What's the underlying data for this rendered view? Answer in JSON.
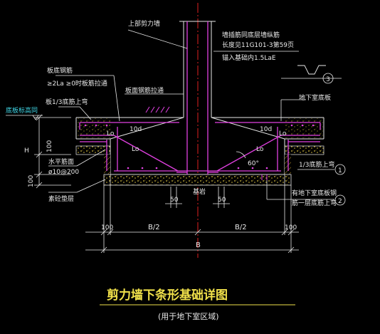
{
  "labels": {
    "wall_rebar": "上部剪力墙",
    "anchor_note1": "墙插筋同底层墙纵筋",
    "anchor_note2": "长度见11G101-3第59页",
    "anchor_note3": "锚入基础内1.5LaE",
    "slab_rebar_title": "板底钢筋",
    "slab_rebar_note": "≥2La ≥0时板筋拉通",
    "slab_rebar_through": "板面钢筋拉通",
    "slab_rebar_top": "板1/3底筋上弯",
    "basement_floor": "地下室底板",
    "elev_label": "底板标高同",
    "dim_H": "H",
    "dim_100a": "100",
    "dim_100b": "100",
    "waterproof": "水平筋面",
    "waterproof2": "ø10@200",
    "cushion": "素砼垫层",
    "ten_d_left": "10d",
    "ten_d_right": "10d",
    "la_1": "Lo",
    "la_2": "Lo",
    "la_3": "Lo",
    "la_4": "Lo",
    "angle": "60°",
    "third_right": "1/3底筋上弯",
    "basement_rebar": "有地下室底板钢",
    "basement_rebar2": "筋一层底筋上弯",
    "bottom_label": "基岩",
    "dim_50a": "50",
    "dim_50b": "50",
    "dim_100c": "100",
    "dim_100d": "100",
    "dim_half1": "B/2",
    "dim_half2": "B/2",
    "dim_B": "B",
    "callout_1": "1",
    "callout_2": "2",
    "callout_3": "3",
    "title": "剪力墙下条形基础详图",
    "subtitle": "(用于地下室区域)"
  },
  "colors": {
    "wall": "#e8e8e8",
    "rebar": "#e040e0",
    "concrete": "#f0e04a",
    "hatch": "#d8b040",
    "dim": "#e8e8e8",
    "red": "#e02020",
    "callout": "#e8e8e8"
  }
}
